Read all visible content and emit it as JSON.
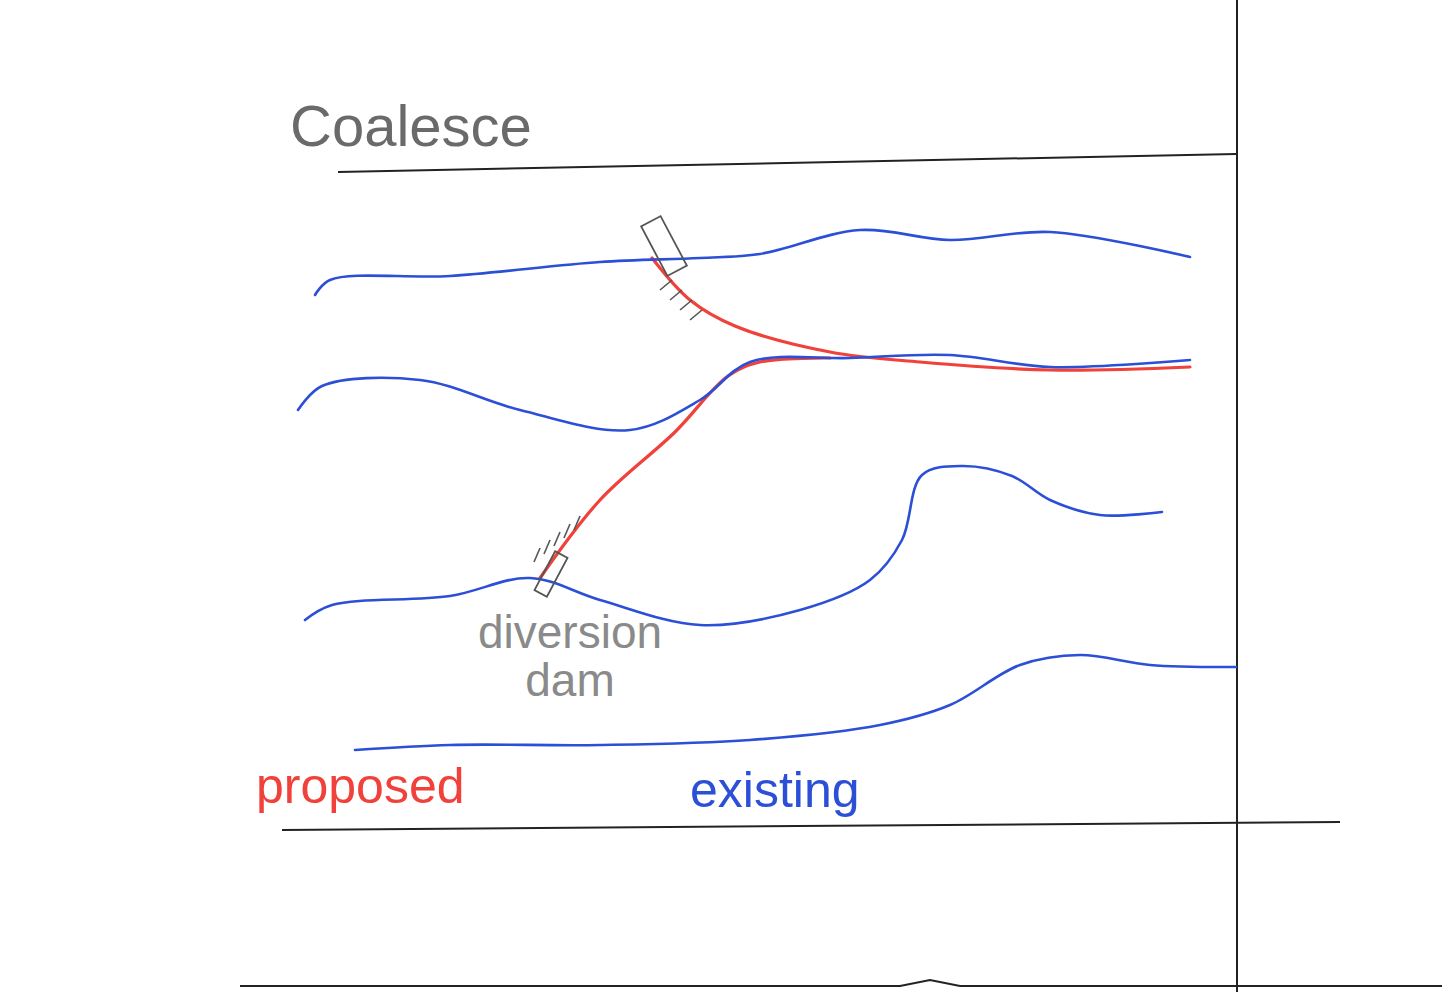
{
  "diagram": {
    "title": "Coalesce",
    "labels": [
      "diversion dam",
      "proposed",
      "existing"
    ]
  }
}
